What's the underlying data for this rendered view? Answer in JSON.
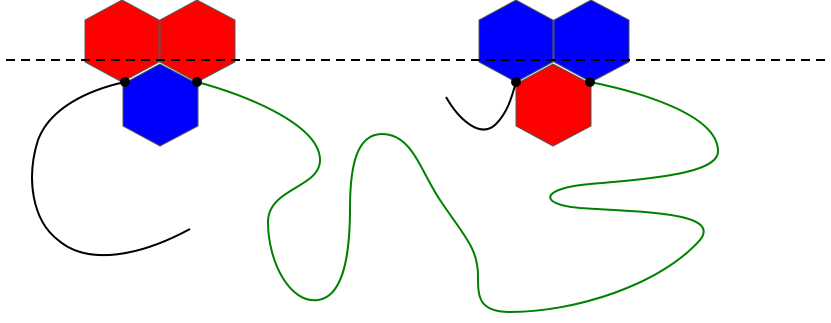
{
  "colors": {
    "background": "#ffffff",
    "red": "#ff0000",
    "blue": "#0000ff",
    "hex_stroke": "#555555",
    "dashed_line": "#000000",
    "curve_black": "#000000",
    "curve_green": "#008000",
    "point": "#000000"
  },
  "groups": [
    {
      "name": "left-cluster",
      "hexes": [
        {
          "color": "red"
        },
        {
          "color": "red"
        },
        {
          "color": "blue"
        }
      ]
    },
    {
      "name": "right-cluster",
      "hexes": [
        {
          "color": "blue"
        },
        {
          "color": "blue"
        },
        {
          "color": "red"
        }
      ]
    }
  ],
  "curves": [
    {
      "name": "left-black-curve",
      "color": "black"
    },
    {
      "name": "long-green-curve",
      "color": "green"
    },
    {
      "name": "right-black-curve",
      "color": "black"
    }
  ],
  "points": 4
}
